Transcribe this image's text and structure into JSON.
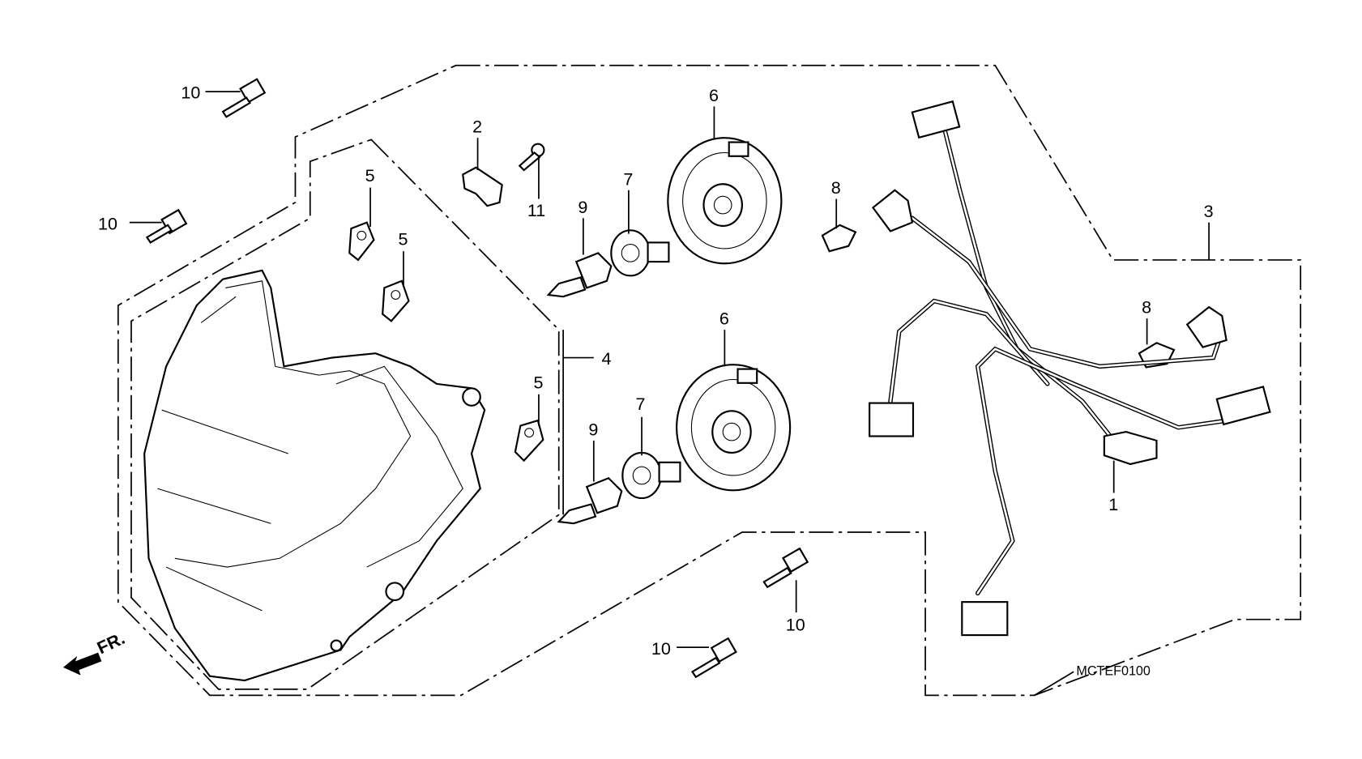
{
  "diagram": {
    "code": "MCTEF0100",
    "front_arrow": "FR.",
    "callouts": {
      "harness": "1",
      "clip": "2",
      "harness_sub": "3",
      "headlight_unit": "4",
      "mount_a": "5",
      "mount_b": "5",
      "mount_c": "5",
      "cover_upper": "6",
      "cover_lower": "6",
      "socket_upper": "7",
      "socket_lower": "7",
      "bulb_left": "8",
      "bulb_right": "8",
      "bulb_upper": "9",
      "bulb_lower": "9",
      "bolt_top": "10",
      "bolt_left": "10",
      "bolt_bottom_right": "10",
      "bolt_bottom": "10",
      "screw": "11"
    }
  }
}
